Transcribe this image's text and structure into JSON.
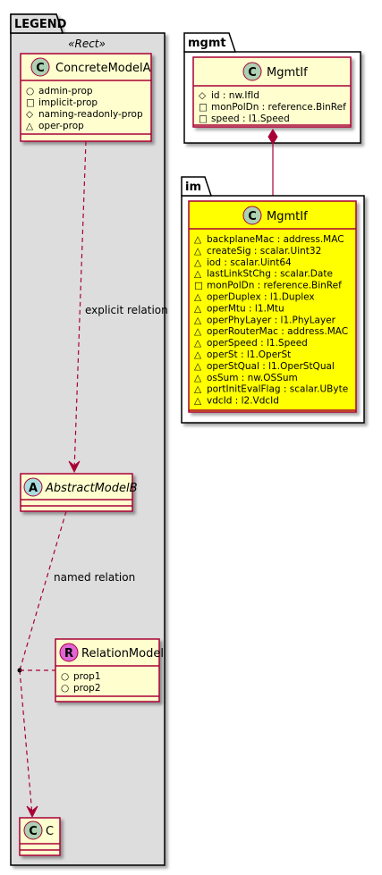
{
  "packages": {
    "legend": {
      "title": "LEGEND",
      "stereotype": "«Rect»"
    },
    "mgmt": {
      "title": "mgmt"
    },
    "im": {
      "title": "im"
    }
  },
  "classes": {
    "concrete_model_a": {
      "circle_letter": "C",
      "name": "ConcreteModelA",
      "attributes": [
        {
          "vis": "○",
          "text": "admin-prop"
        },
        {
          "vis": "□",
          "text": "implicit-prop"
        },
        {
          "vis": "◇",
          "text": "naming-readonly-prop"
        },
        {
          "vis": "△",
          "text": "oper-prop"
        }
      ]
    },
    "abstract_model_b": {
      "circle_letter": "A",
      "name": "AbstractModelB"
    },
    "relation_model": {
      "circle_letter": "R",
      "name": "RelationModel",
      "attributes": [
        {
          "vis": "○",
          "text": "prop1"
        },
        {
          "vis": "○",
          "text": "prop2"
        }
      ]
    },
    "c": {
      "circle_letter": "C",
      "name": "C"
    },
    "mgmt_mgmtif": {
      "circle_letter": "C",
      "name": "MgmtIf",
      "attributes": [
        {
          "vis": "◇",
          "text": "id : nw.IfId"
        },
        {
          "vis": "□",
          "text": "monPolDn : reference.BinRef"
        },
        {
          "vis": "□",
          "text": "speed : l1.Speed"
        }
      ]
    },
    "im_mgmtif": {
      "circle_letter": "C",
      "name": "MgmtIf",
      "attributes": [
        {
          "vis": "△",
          "text": "backplaneMac : address.MAC"
        },
        {
          "vis": "△",
          "text": "createSig : scalar.Uint32"
        },
        {
          "vis": "△",
          "text": "iod : scalar.Uint64"
        },
        {
          "vis": "△",
          "text": "lastLinkStChg : scalar.Date"
        },
        {
          "vis": "□",
          "text": "monPolDn : reference.BinRef"
        },
        {
          "vis": "△",
          "text": "operDuplex : l1.Duplex"
        },
        {
          "vis": "△",
          "text": "operMtu : l1.Mtu"
        },
        {
          "vis": "△",
          "text": "operPhyLayer : l1.PhyLayer"
        },
        {
          "vis": "△",
          "text": "operRouterMac : address.MAC"
        },
        {
          "vis": "△",
          "text": "operSpeed : l1.Speed"
        },
        {
          "vis": "△",
          "text": "operSt : l1.OperSt"
        },
        {
          "vis": "△",
          "text": "operStQual : l1.OperStQual"
        },
        {
          "vis": "△",
          "text": "osSum : nw.OSSum"
        },
        {
          "vis": "△",
          "text": "portInitEvalFlag : scalar.UByte"
        },
        {
          "vis": "△",
          "text": "vdcId : l2.VdcId"
        }
      ]
    }
  },
  "relations": {
    "explicit_label": "explicit relation",
    "named_label": "named relation"
  },
  "colors": {
    "class_fill": "#FEFECE",
    "class_border": "#A80036",
    "highlight_fill": "#FFFF00",
    "package_fill": "#DDDDDD",
    "circle_c": "#ADD1B2",
    "circle_a": "#A9DCDF",
    "circle_r": "#E066D6"
  }
}
